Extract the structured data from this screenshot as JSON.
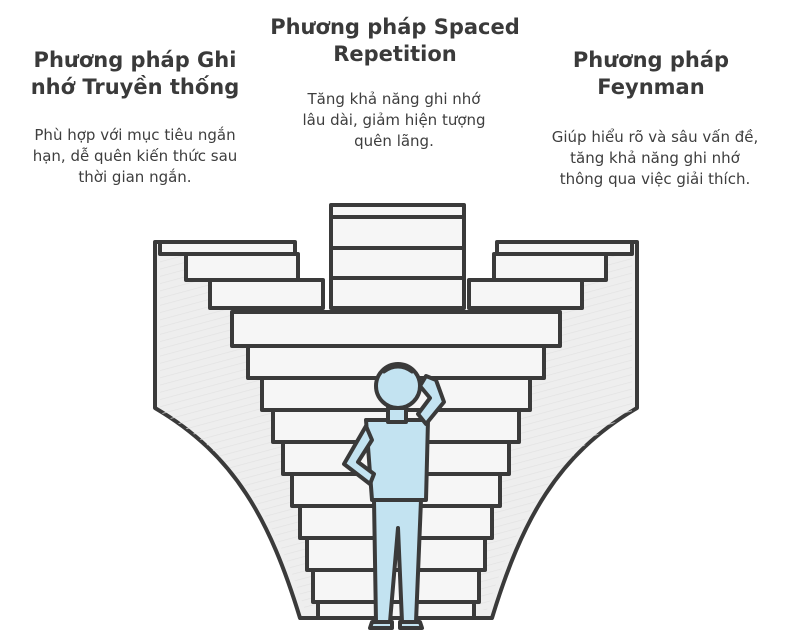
{
  "methods": {
    "traditional": {
      "title": "Phương pháp Ghi\nnhớ Truyền thống",
      "description": "Phù hợp với mục tiêu ngắn\nhạn, dễ quên kiến thức sau\nthời gian ngắn."
    },
    "spaced": {
      "title": "Phương pháp Spaced\nRepetition",
      "description": "Tăng khả năng ghi nhớ\nlâu dài, giảm hiện tượng\nquên lãng."
    },
    "feynman": {
      "title": "Phương pháp\nFeynman",
      "description": "Giúp hiểu rõ và sâu vấn đề,\ntăng khả năng ghi nhớ\nthông qua việc giải thích."
    }
  },
  "colors": {
    "outline": "#3a3a3a",
    "structure_fill": "#eeeeee",
    "step_face": "#f6f6f6",
    "person_fill": "#c3e3f1",
    "person_accent": "#9fd0e6"
  },
  "icons": {
    "person": "person-scratching-head-icon"
  }
}
